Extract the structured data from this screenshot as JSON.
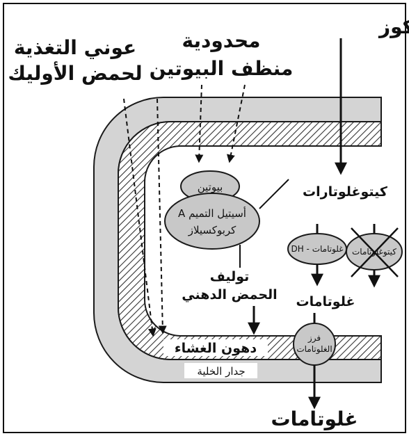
{
  "labels": {
    "glucose": "جلوكوز",
    "biotin_limitation_1": "محدودية",
    "biotin_limitation_2": "منظف البيوتين",
    "oleic_deficiency_1": "عوني التغذية",
    "oleic_deficiency_2": "لحمض الأوليك",
    "ketoglutarate": "كيتوغلوتارات",
    "biotin": "بيوتين",
    "acc_1": "أسيتيل التميم A",
    "acc_2": "كربوكسيلاز",
    "gdh": "غلوتامات - DH",
    "kgdh": "كيتوغلوتامات",
    "fa_synthesis_1": "توليف",
    "fa_synthesis_2": "الحمض الدهني",
    "glutamate_inner": "غلوتامات",
    "membrane_lipids": "دهون الغشاء",
    "exporter_1": "فرز",
    "exporter_2": "الغلوتامات",
    "cell_wall": "جدار الخلية",
    "glutamate_out": "غلوتامات"
  },
  "colors": {
    "wall_gray": "#d4d4d4",
    "stroke": "#1a1a1a",
    "enzyme_fill": "#c8c8c8",
    "hatch": "#333333"
  }
}
